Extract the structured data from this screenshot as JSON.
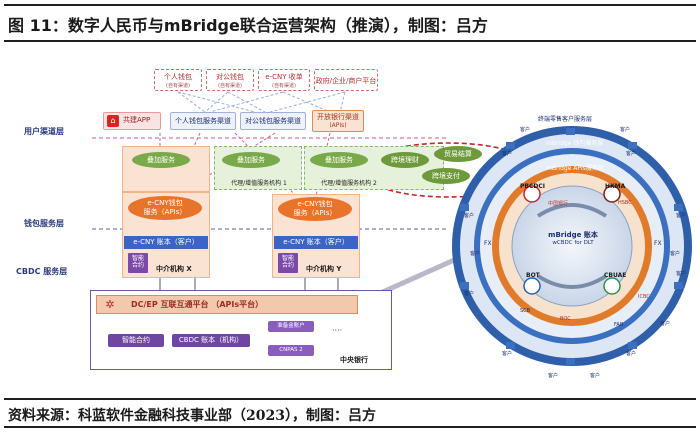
{
  "figure": {
    "title": "图 11：数字人民币与mBridge联合运营架构（推演），制图：吕方",
    "source": "资料来源：科蓝软件金融科技事业部（2023），制图：吕方"
  },
  "lanes": {
    "user_channel": "用户渠道层",
    "wallet_service": "钱包服务层",
    "cbdc_service": "CBDC 服务层"
  },
  "top_users": [
    {
      "label": "个人钱包",
      "sub": "(自有渠道)"
    },
    {
      "label": "对公钱包",
      "sub": "(自有渠道)"
    },
    {
      "label": "e-CNY 收单",
      "sub": "(自有渠道)"
    },
    {
      "label": "政府/企业/商户平台",
      "sub": ""
    }
  ],
  "channels": {
    "app": "共建APP",
    "personal": "个人钱包服务渠道",
    "corporate": "对公钱包服务渠道",
    "open_bank": "开放银行渠道",
    "open_bank_sub": "(APIs)"
  },
  "overlay": {
    "service1": "叠加服务",
    "service2": "叠加服务",
    "service3": "叠加服务",
    "agent1": "代理/增值服务机构 1",
    "agent2": "代理/增值服务机构 2"
  },
  "cross_border": {
    "invest": "跨境理财",
    "trade": "贸易结算",
    "pay": "跨境支付"
  },
  "org_x": {
    "wallet_line1": "e-CNY钱包",
    "wallet_line2": "服务（APIs）",
    "account": "e-CNY 账本（客户）",
    "contract_line1": "智能",
    "contract_line2": "合约",
    "name": "中介机构 X"
  },
  "org_y": {
    "wallet_line1": "e-CNY钱包",
    "wallet_line2": "服务（APIs）",
    "account": "e-CNY 账本（客户）",
    "contract_line1": "智能",
    "contract_line2": "合约",
    "name": "中介机构 Y"
  },
  "central": {
    "platform": "DC/EP 互联互通平台 （APIs平台）",
    "smart_contract": "智能合约",
    "ledger": "CBDC 账本（机构）",
    "reserve": "准备金账户",
    "cnpas": "CNPAS 2",
    "dots": "····",
    "name": "中央银行"
  },
  "mbridge": {
    "outer_ring": "终端零售客户服务层",
    "second_ring": "mBridge 钱包服务层",
    "third_ring": "mBridge APIs服务层",
    "core_title": "mBridge 账本",
    "core_sub": "wCBDC for DLT",
    "pbcdci": "PBCDCI",
    "hkma": "HKMA",
    "bot": "BOT",
    "cbuae": "CBUAE",
    "fx_left": "FX",
    "fx_right": "FX",
    "label_lt1": "客户",
    "label_lt2": "客户",
    "label_rt1": "客户",
    "label_rt2": "客户",
    "label_rt3": "客户",
    "label_lb1": "客户",
    "label_lb2": "客户",
    "label_rb1": "客户",
    "label_rb2": "客户",
    "label_bottom1": "客户",
    "label_bottom2": "客户",
    "label_top1": "客户",
    "label_top2": "客户",
    "label_cn1": "客户",
    "label_cn2": "客户",
    "bank_tags": [
      "中国银行",
      "HSBC",
      "SCB",
      "FAB",
      "BOC",
      "ICBC"
    ]
  },
  "colors": {
    "accent_red": "#c0392b",
    "accent_blue": "#3b64c4",
    "accent_orange": "#e8742c",
    "accent_green": "#7aa94a",
    "accent_purple": "#6f46a1"
  }
}
